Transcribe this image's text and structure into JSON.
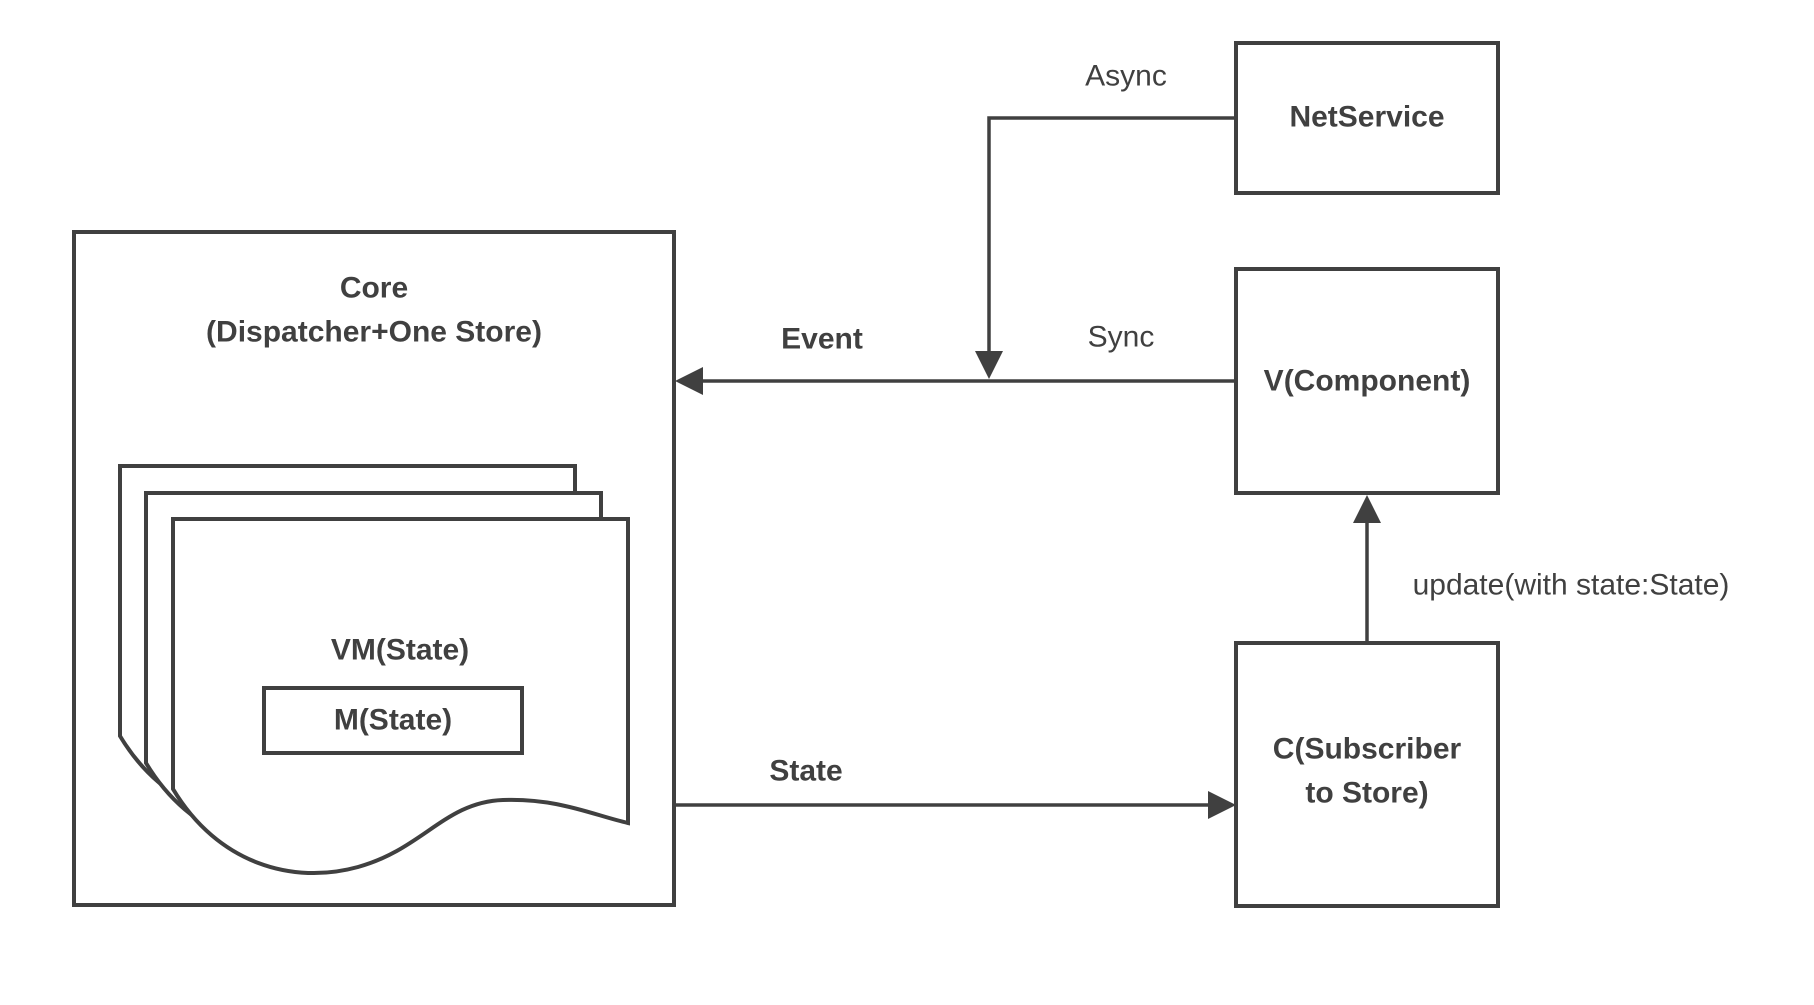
{
  "diagram": {
    "stroke_color": "#404040",
    "text_color": "#404040",
    "background_color": "#ffffff",
    "nodes": {
      "core": {
        "title_line1": "Core",
        "title_line2": "(Dispatcher+One Store)"
      },
      "vm_state": {
        "label": "VM(State)"
      },
      "m_state": {
        "label": "M(State)"
      },
      "net_service": {
        "label": "NetService"
      },
      "v_component": {
        "label": "V(Component)"
      },
      "c_subscriber": {
        "label_line1": "C(Subscriber",
        "label_line2": "to Store)"
      }
    },
    "edges": {
      "async": {
        "label": "Async"
      },
      "sync": {
        "label": "Sync"
      },
      "event": {
        "label": "Event"
      },
      "state": {
        "label": "State"
      },
      "update": {
        "label": "update(with state:State)"
      }
    }
  }
}
